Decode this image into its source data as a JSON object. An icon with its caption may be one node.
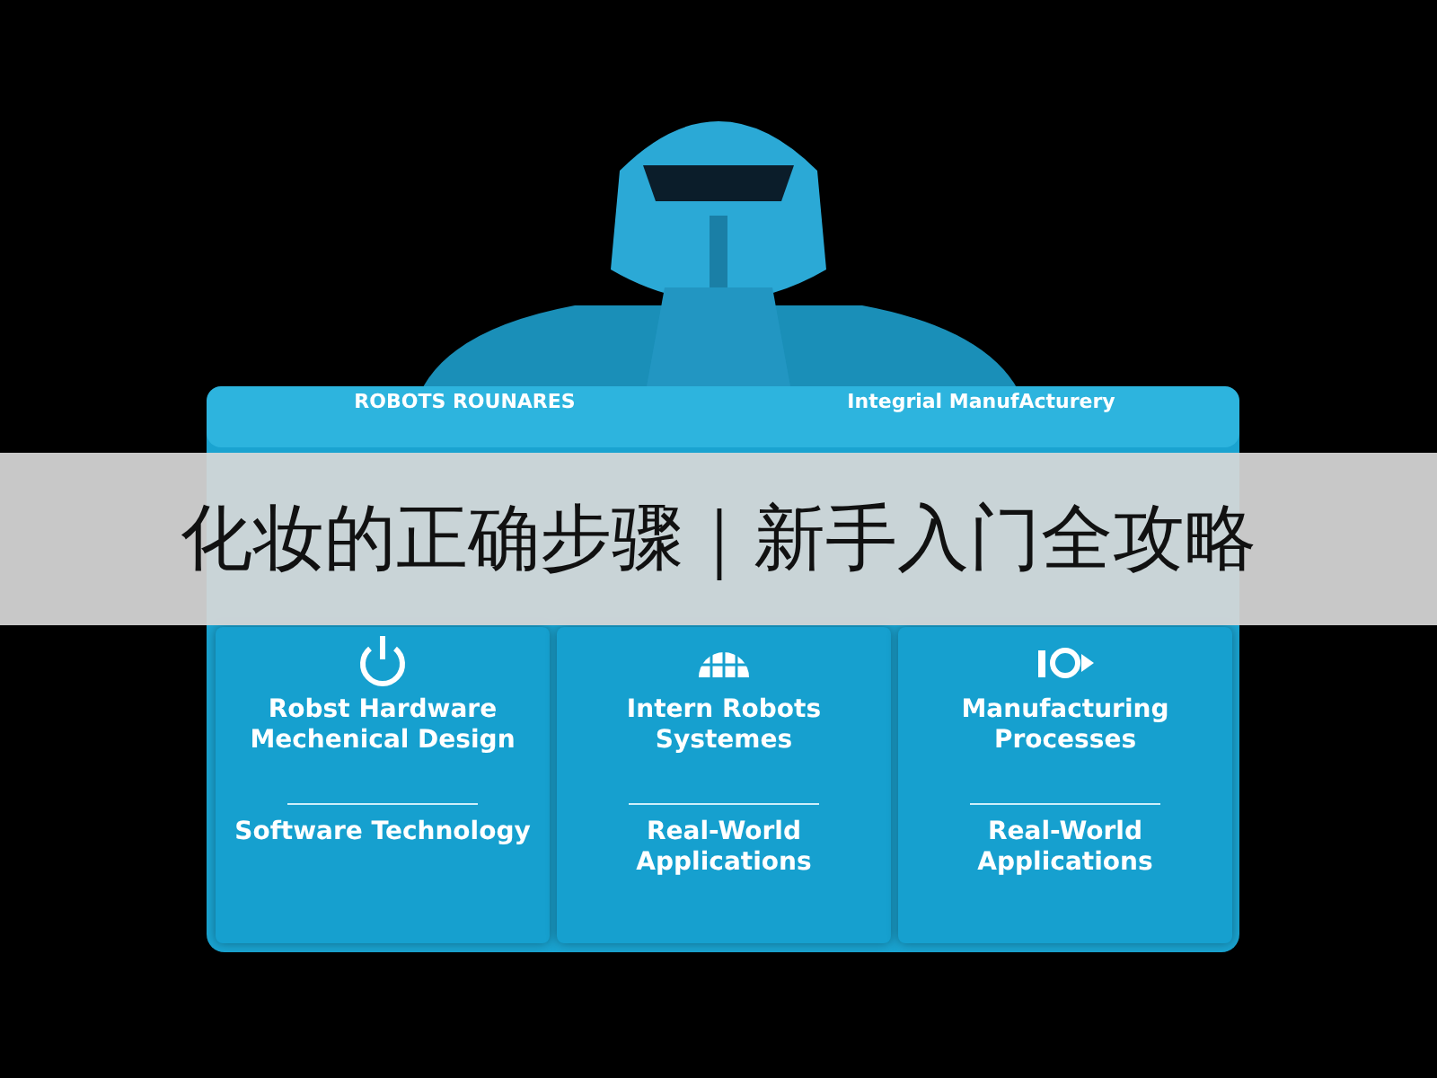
{
  "diagram": {
    "title": "化妆的正确步骤｜新手入门全攻略",
    "nodes": [
      {
        "text": [],
        "shape": "box"
      },
      {
        "text": [
          "ROBOTS ROUNARES",
          "Integrial ManufActurery"
        ],
        "in": 0
      },
      {
        "text": [
          "Robst Hardware Mechenical Design",
          "Software Technology"
        ],
        "in": 0
      },
      {
        "text": [
          "Intern Robots Systemes",
          "Real-World Applications"
        ],
        "in": 0
      },
      {
        "text": [
          "Manufacturing Processes",
          "Real-World Applications"
        ],
        "in": 0
      }
    ]
  }
}
